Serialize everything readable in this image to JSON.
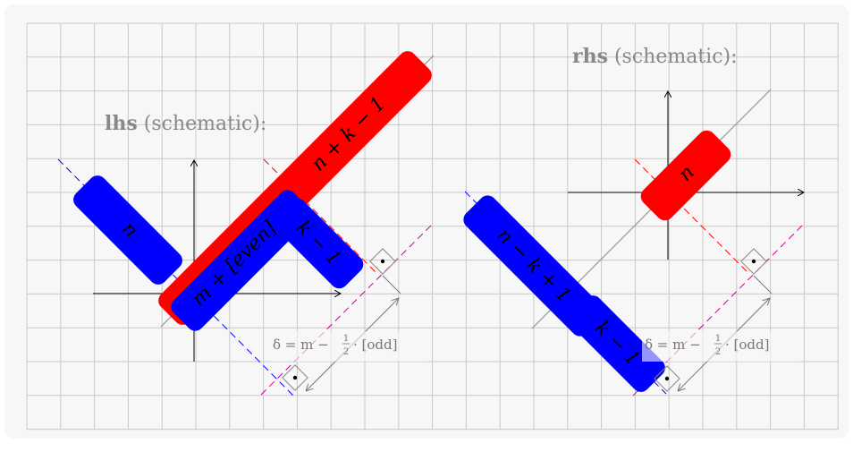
{
  "lhs": {
    "title_bold": "lhs",
    "title_rest": " (schematic):",
    "bars": [
      "n",
      "m + [even]",
      "n + k − 1",
      "k − 1"
    ],
    "delta_text": "δ = m − ½ · [odd]",
    "delta_parts": {
      "prefix": "δ = m − ",
      "num": "1",
      "den": "2",
      "suffix": " · [odd]"
    }
  },
  "rhs": {
    "title_bold": "rhs",
    "title_rest": " (schematic):",
    "bars": [
      "n",
      "n − k + 1",
      "k − 1"
    ],
    "delta_parts": {
      "prefix": "δ = m − ",
      "num": "1",
      "den": "2",
      "suffix": " · [odd]"
    }
  },
  "colors": {
    "blue": "#0000ff",
    "red": "#ff0000",
    "magenta": "#cc0099",
    "grid": "#c8c8c8",
    "frame": "#f7f7f7"
  }
}
